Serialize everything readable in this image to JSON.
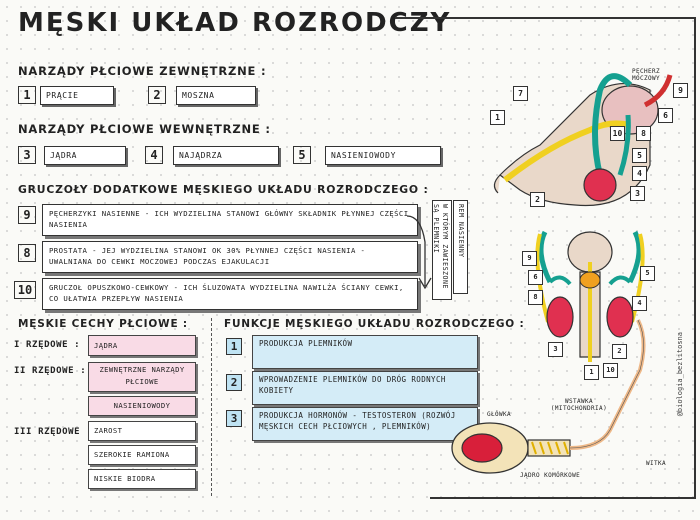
{
  "title": "MĘSKI UKŁAD ROZRODCZY",
  "zewn": {
    "heading": "NARZĄDY PŁCIOWE ZEWNĘTRZNE :",
    "items": [
      {
        "n": "1",
        "t": "PRĄCIE"
      },
      {
        "n": "2",
        "t": "MOSZNA"
      }
    ]
  },
  "wewn": {
    "heading": "NARZĄDY PŁCIOWE WEWNĘTRZNE :",
    "items": [
      {
        "n": "3",
        "t": "JĄDRA"
      },
      {
        "n": "4",
        "t": "NAJĄDRZA"
      },
      {
        "n": "5",
        "t": "NASIENIOWODY"
      }
    ]
  },
  "gruczoly": {
    "heading": "GRUCZOŁY DODATKOWE MĘSKIEGO UKŁADU ROZRODCZEGO :",
    "items": [
      {
        "n": "9",
        "t": "PĘCHERZYKI NASIENNE - ICH WYDZIELINA STANOWI GŁÓWNY SKŁADNIK PŁYNNEJ CZĘŚCI NASIENIA"
      },
      {
        "n": "8",
        "t": "PROSTATA - JEJ WYDZIELINA STANOWI OK 30% PŁYNNEJ CZĘŚCI NASIENIA - UWALNIANA DO CEWKI MOCZOWEJ PODCZAS EJAKULACJI"
      },
      {
        "n": "10",
        "t": "GRUCZOŁ OPUSZKOWO-CEWKOWY - ICH ŚLUZOWATA WYDZIELINA NAWILŻA ŚCIANY CEWKI, CO UŁATWIA PRZEPŁYW NASIENIA"
      }
    ],
    "side1": "REM NASIENNY",
    "side2": "W KTÓRYM ZAWIESZONE SĄ PLEMNIKI"
  },
  "cechy": {
    "heading": "MĘSKIE CECHY PŁCIOWE :",
    "r1": "I RZĘDOWE :",
    "r2": "II RZĘDOWE :",
    "r3": "III RZĘDOWE :",
    "i1": "JĄDRA",
    "i2": "ZEWNĘTRZNE NARZĄDY PŁCIOWE",
    "i3": "NASIENIOWODY",
    "i4": "ZAROST",
    "i5": "SZEROKIE RAMIONA",
    "i6": "NISKIE BIODRA"
  },
  "funkcje": {
    "heading": "FUNKCJE MĘSKIEGO UKŁADU ROZRODCZEGO :",
    "items": [
      {
        "n": "1",
        "t": "PRODUKCJA PLEMNIKÓW"
      },
      {
        "n": "2",
        "t": "WPROWADZENIE PLEMNIKÓW DO DRÓG RODNYCH KOBIETY"
      },
      {
        "n": "3",
        "t": "PRODUKCJA HORMONÓW - TESTOSTERON (ROZWÓJ MĘSKICH CECH PŁCIOWYCH , PLEMNIKÓW)"
      }
    ]
  },
  "diagram": {
    "pecherz": "PĘCHERZ MOCZOWY",
    "glowka": "GŁÓWKA",
    "wstawka": "WSTAWKA (MITOCHONDRIA)",
    "jadro": "JĄDRO KOMÓRKOWE",
    "witka": "WITKA",
    "tags": [
      "1",
      "7",
      "9",
      "6",
      "5",
      "10",
      "8",
      "4",
      "3",
      "2"
    ],
    "credit": "@biologia_bezlitosna"
  }
}
